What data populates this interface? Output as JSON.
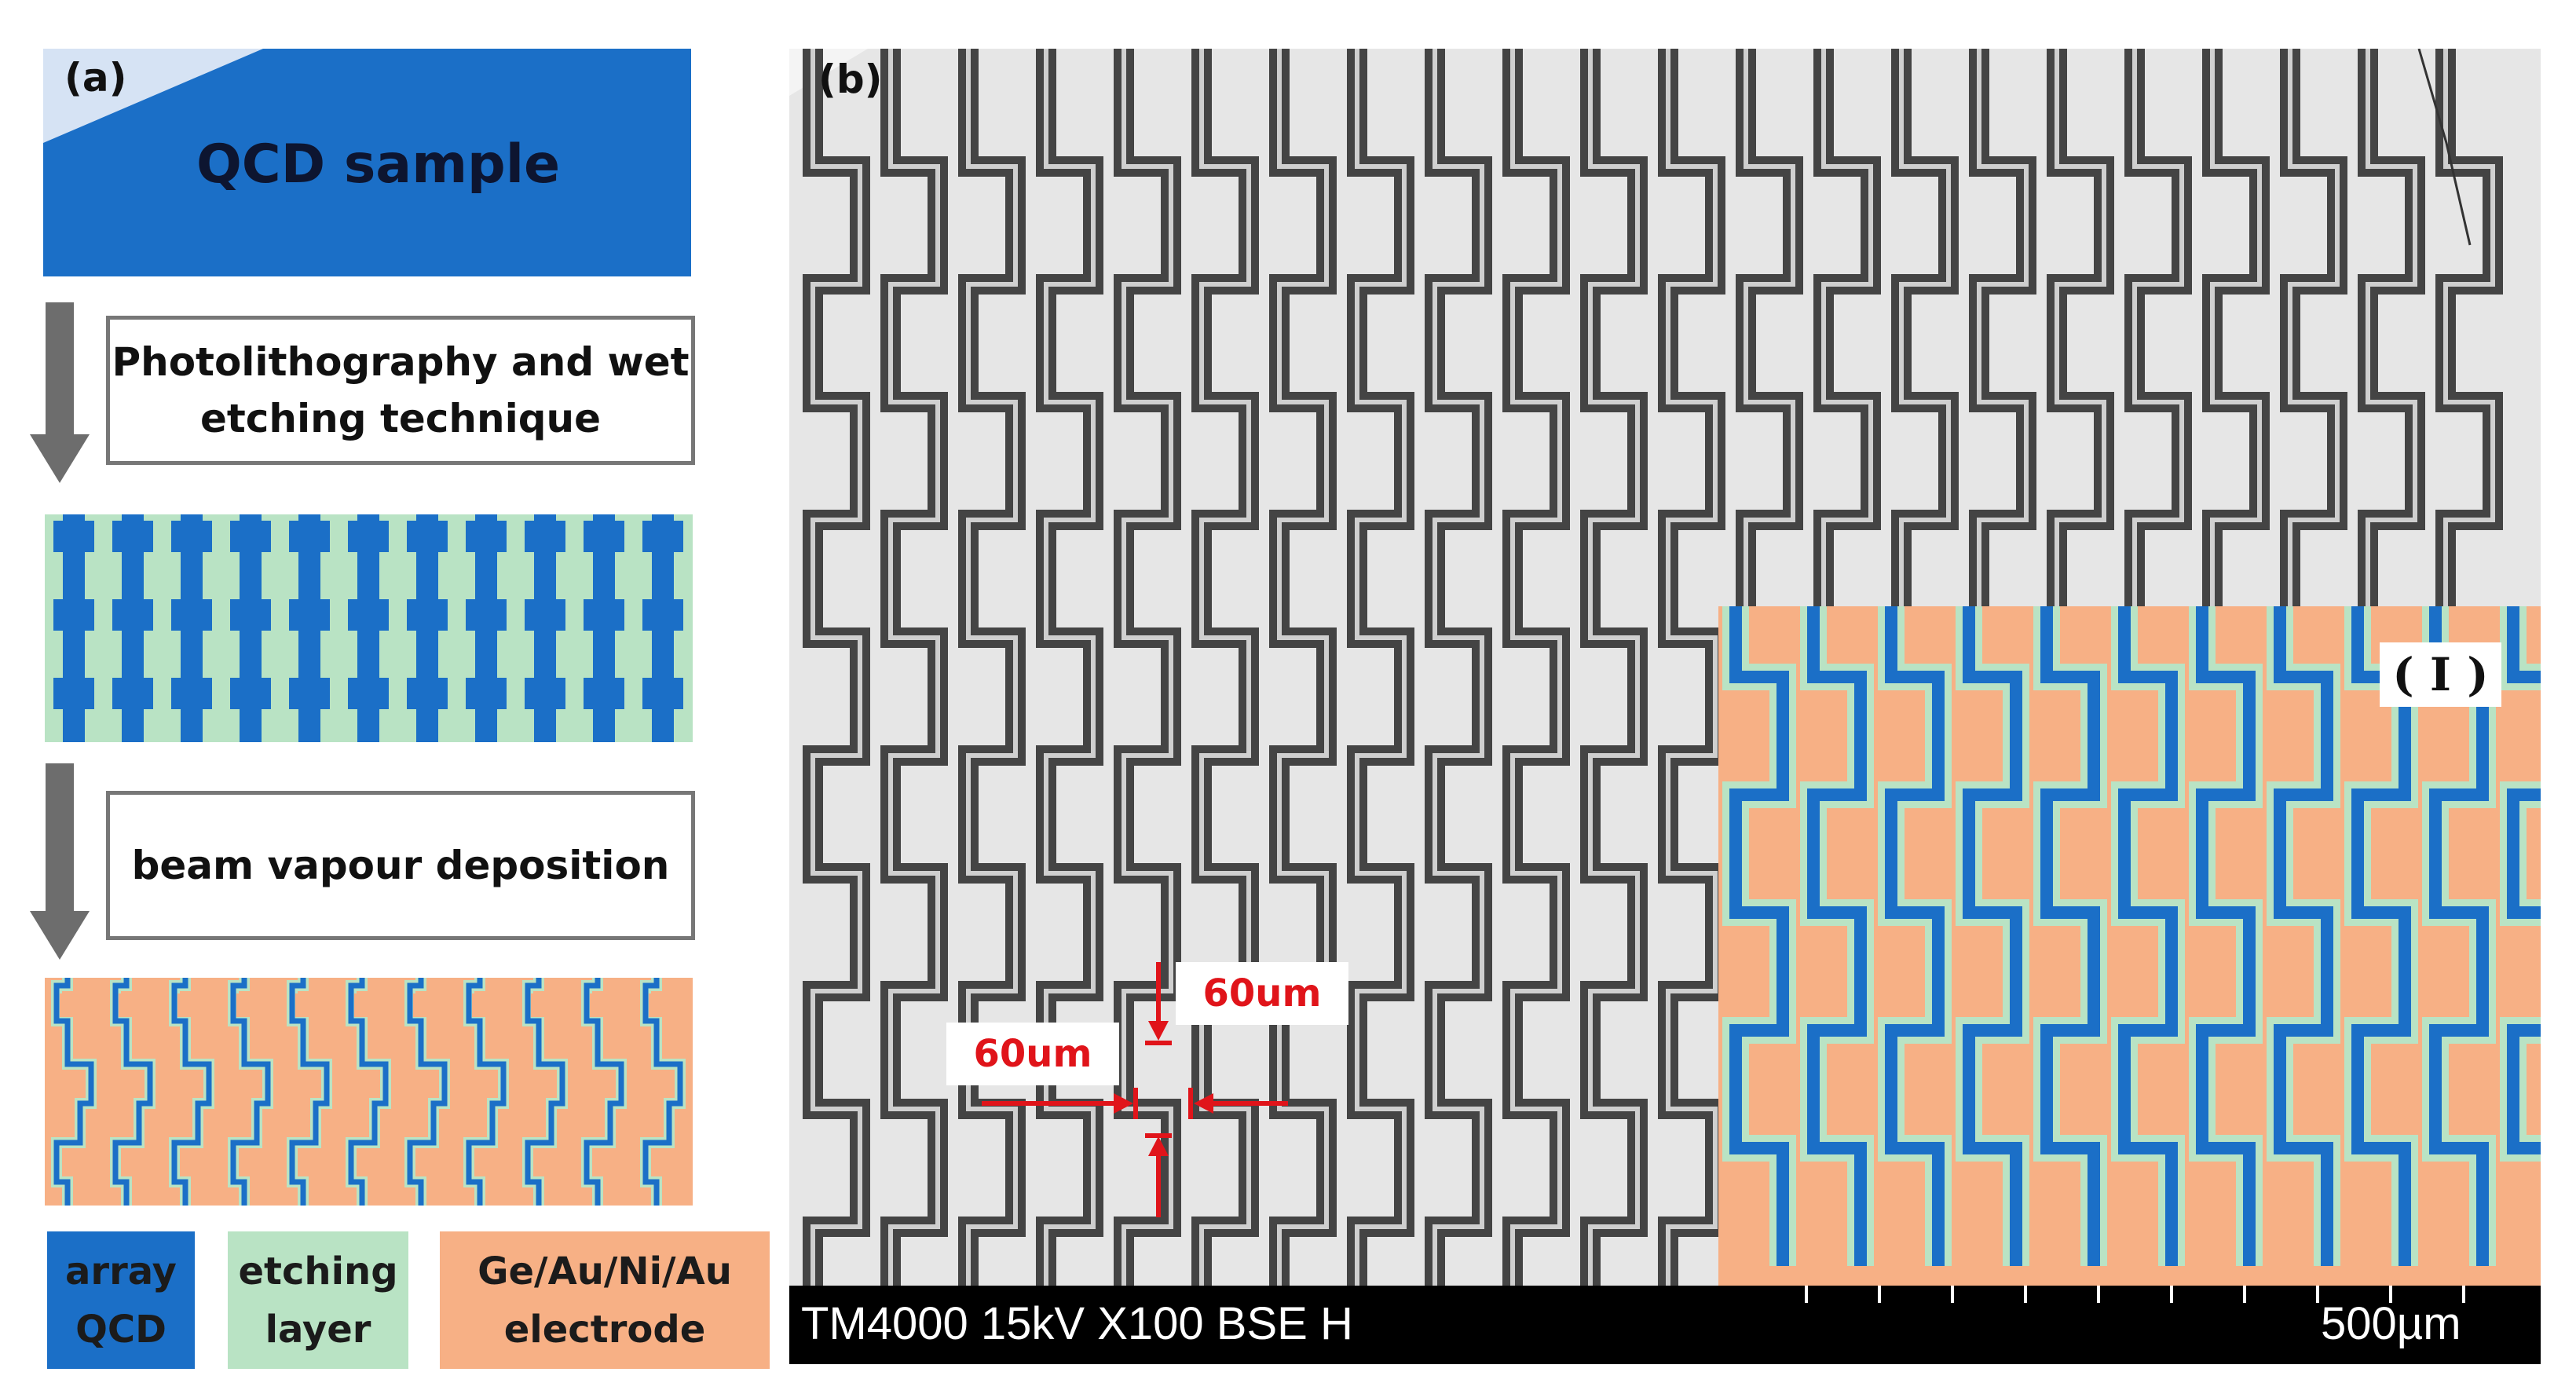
{
  "panel_a": {
    "label": "(a)",
    "sample_title": "QCD sample",
    "steps": [
      "Photolithography and wet etching technique",
      "beam vapour deposition"
    ],
    "legend": [
      {
        "text": "array QCD",
        "color": "#1b6fc7"
      },
      {
        "text": "etching layer",
        "color": "#b9e3c4"
      },
      {
        "text": "Ge/Au/Ni/Au electrode",
        "color": "#f7b085"
      }
    ]
  },
  "panel_b": {
    "label": "(b)",
    "inset_label": "( I )",
    "dimension_x": "60um",
    "dimension_y": "60um",
    "footer_info": "TM4000 15kV X100 BSE H",
    "scale_bar": "500µm"
  },
  "colors": {
    "qcd_blue": "#1b6fc7",
    "etch_green": "#b9e3c4",
    "electrode_orange": "#f7b085",
    "annotation_red": "#e0141a"
  }
}
